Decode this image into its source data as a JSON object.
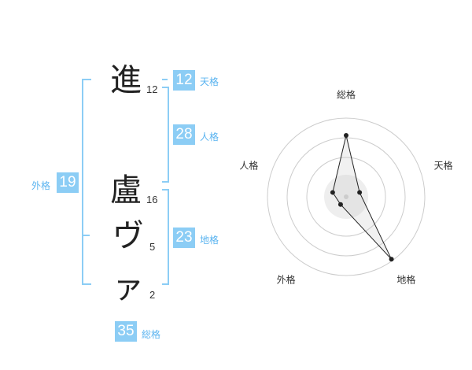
{
  "colors": {
    "accent": "#8ccdf5",
    "label": "#5bb4f0",
    "text": "#222222"
  },
  "name": {
    "chars": [
      {
        "char": "進",
        "strokes": "12"
      },
      {
        "char": "盧",
        "strokes": "16"
      },
      {
        "char": "ヴ",
        "strokes": "5"
      },
      {
        "char": "ァ",
        "strokes": "2"
      }
    ]
  },
  "fortune": {
    "tenkaku": {
      "value": "12",
      "label": "天格"
    },
    "jinkaku": {
      "value": "28",
      "label": "人格"
    },
    "chikaku": {
      "value": "23",
      "label": "地格"
    },
    "gaikaku": {
      "value": "19",
      "label": "外格"
    },
    "soukaku": {
      "value": "35",
      "label": "総格"
    }
  },
  "chart_data": {
    "type": "radar",
    "axes": [
      "総格",
      "天格",
      "地格",
      "外格",
      "人格"
    ],
    "values": [
      0.78,
      0.18,
      0.98,
      0.12,
      0.18
    ],
    "range": [
      0,
      1
    ],
    "rings": 4,
    "grid": true
  }
}
